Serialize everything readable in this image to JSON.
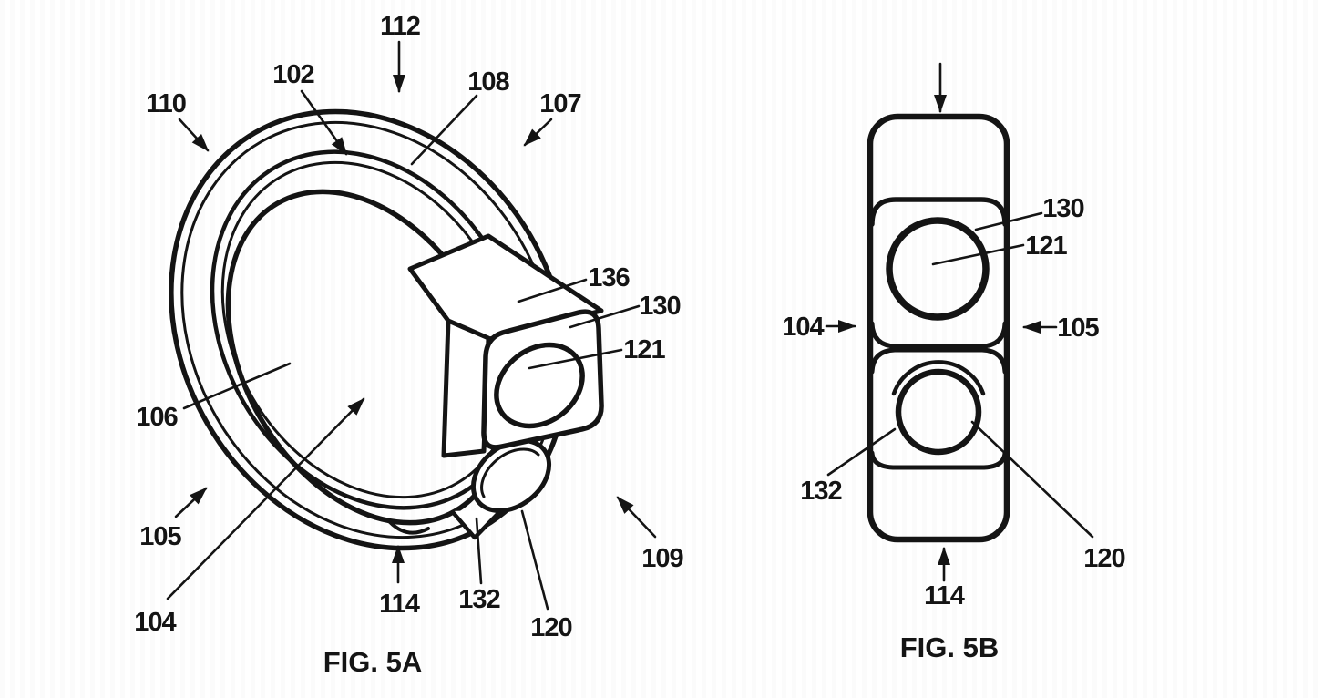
{
  "colors": {
    "ink": "#141414",
    "background": "#ffffff"
  },
  "fig5a": {
    "caption": "FIG. 5A",
    "refs": {
      "110": "110",
      "102": "102",
      "112": "112",
      "108": "108",
      "107": "107",
      "136": "136",
      "130": "130",
      "121": "121",
      "106": "106",
      "105": "105",
      "104": "104",
      "114": "114",
      "132": "132",
      "120": "120",
      "109": "109"
    }
  },
  "fig5b": {
    "caption": "FIG. 5B",
    "refs": {
      "130": "130",
      "121": "121",
      "104": "104",
      "105": "105",
      "132": "132",
      "120": "120",
      "114": "114"
    }
  }
}
